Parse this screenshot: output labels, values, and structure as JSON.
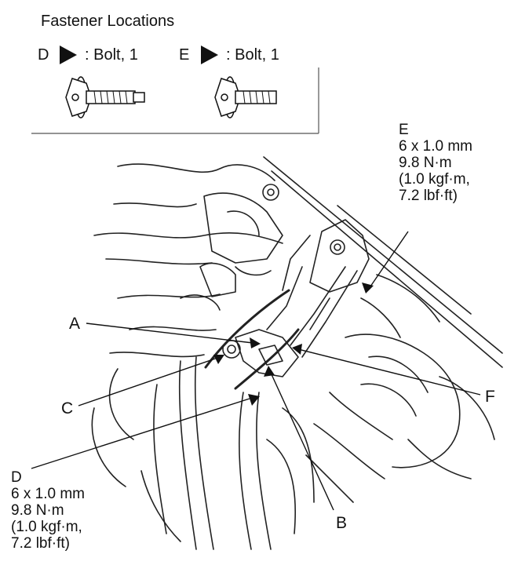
{
  "legend": {
    "title": "Fastener Locations",
    "items": [
      {
        "letter": "D",
        "text": ": Bolt, 1"
      },
      {
        "letter": "E",
        "text": ": Bolt, 1"
      }
    ]
  },
  "callouts": {
    "A": "A",
    "B": "B",
    "C": "C",
    "F": "F"
  },
  "specs": {
    "E": {
      "letter": "E",
      "lines": [
        "6 x 1.0 mm",
        "9.8 N·m",
        "(1.0 kgf·m,",
        "7.2 lbf·ft)"
      ]
    },
    "D": {
      "letter": "D",
      "lines": [
        "6 x 1.0 mm",
        "9.8 N·m",
        "(1.0 kgf·m,",
        "7.2 lbf·ft)"
      ]
    }
  }
}
